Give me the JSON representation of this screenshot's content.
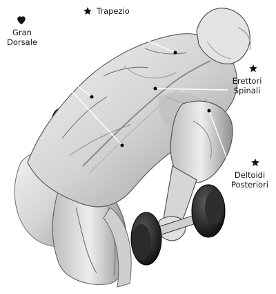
{
  "labels": {
    "trapezio": "Trapezio",
    "gran_dorsale_line1": "Gran",
    "gran_dorsale_line2": "Dorsale",
    "erettori_line1": "Erettori",
    "erettori_line2": "Spinali",
    "deltoidi_line1": "Deltoidi",
    "deltoidi_line2": "Posteriori"
  },
  "markers": {
    "trapezio": "star-icon",
    "gran_dorsale": "heart-icon",
    "erettori": "star-icon",
    "deltoidi": "star-icon"
  },
  "colors": {
    "label": "#111111",
    "leader_line": "#ffffff",
    "muscle_light": "#e6e6e6",
    "muscle_dark": "#3a3a3a",
    "weight": "#1f1f1f"
  }
}
